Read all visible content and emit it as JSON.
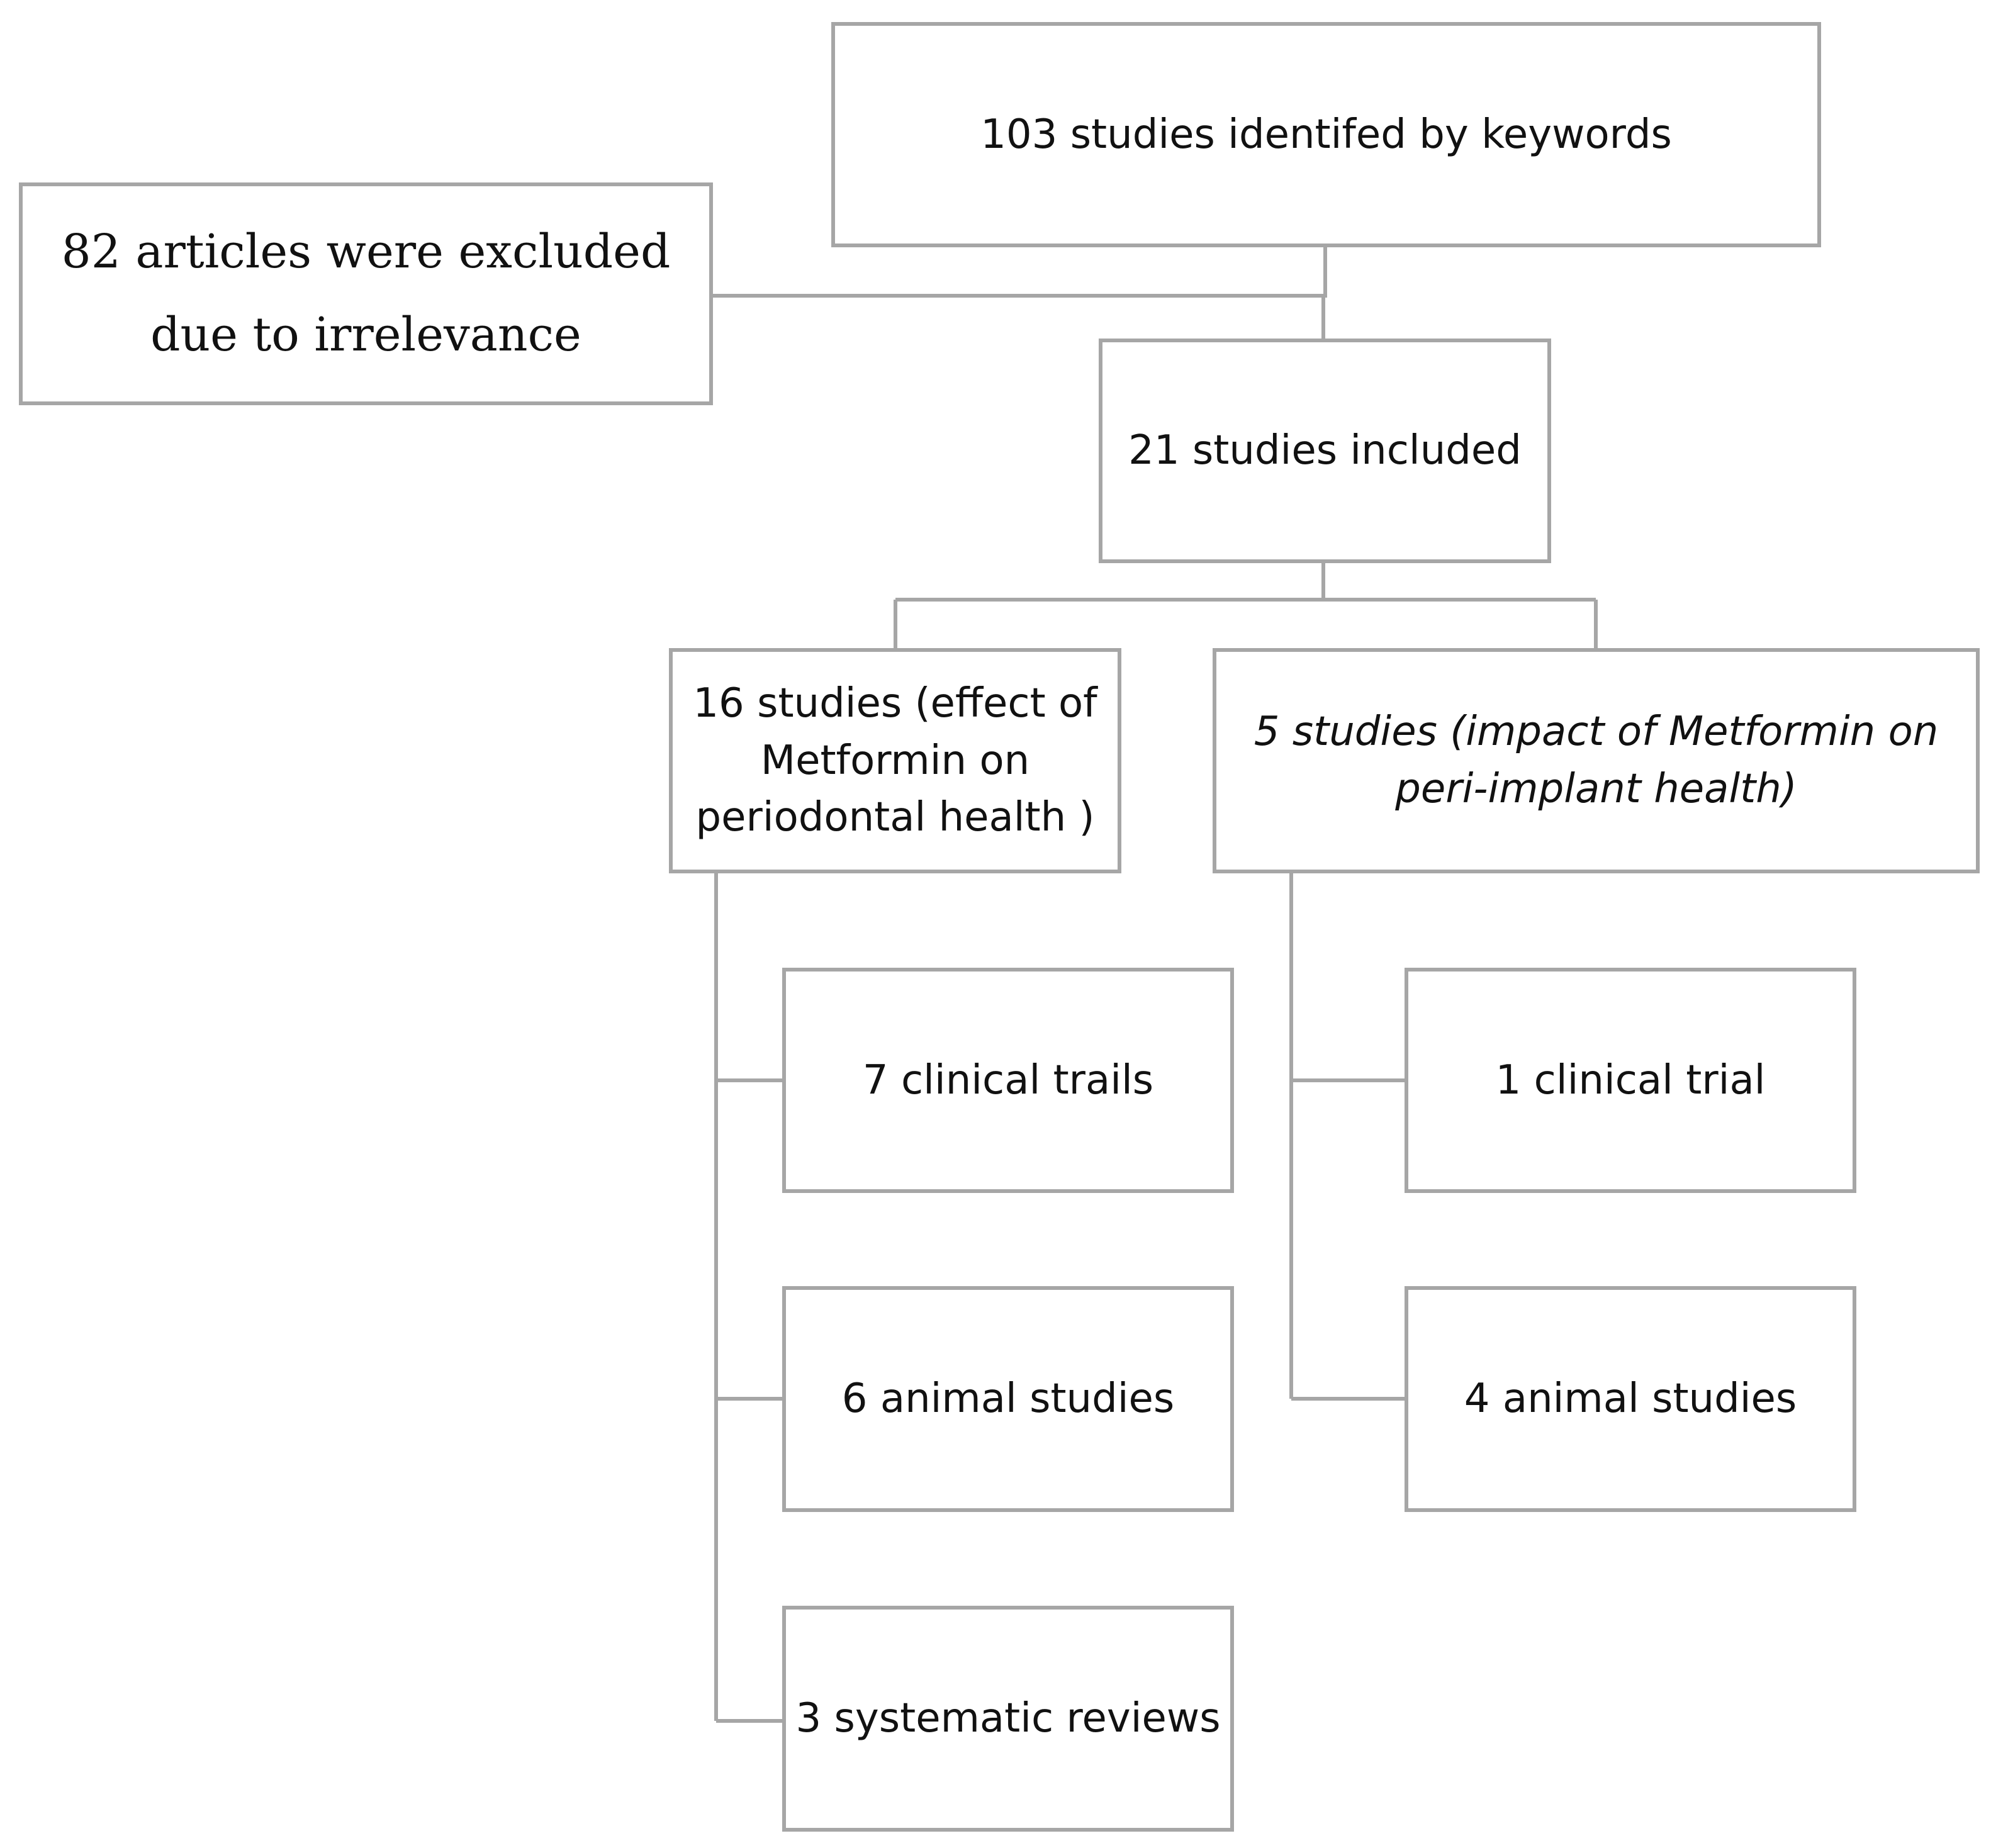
{
  "diagram": {
    "nodes": {
      "identified": {
        "text": "103 studies identifed  by keywords"
      },
      "excluded": {
        "text": "82 articles were excluded\ndue to irrelevance"
      },
      "included": {
        "text": "21 studies included"
      },
      "periodontal": {
        "text": "16 studies (effect of\nMetformin on\nperiodontal health )"
      },
      "peri_implant": {
        "text": "5 studies (impact of Metformin on\nperi-implant health)"
      },
      "perio_clinical": {
        "text": "7 clinical trails"
      },
      "perio_animal": {
        "text": "6 animal studies"
      },
      "perio_reviews": {
        "text": "3 systematic reviews"
      },
      "implant_clinical": {
        "text": "1 clinical trial"
      },
      "implant_animal": {
        "text": "4 animal  studies"
      }
    },
    "edges": [
      {
        "from": "identified",
        "to": "included"
      },
      {
        "from": "identified",
        "to": "excluded"
      },
      {
        "from": "included",
        "to": "periodontal"
      },
      {
        "from": "included",
        "to": "peri_implant"
      },
      {
        "from": "periodontal",
        "to": "perio_clinical"
      },
      {
        "from": "periodontal",
        "to": "perio_animal"
      },
      {
        "from": "periodontal",
        "to": "perio_reviews"
      },
      {
        "from": "peri_implant",
        "to": "implant_clinical"
      },
      {
        "from": "peri_implant",
        "to": "implant_animal"
      }
    ],
    "colors": {
      "border": "#a6a6a6",
      "connector": "#a6a6a6",
      "text": "#111111",
      "background": "#ffffff"
    }
  }
}
